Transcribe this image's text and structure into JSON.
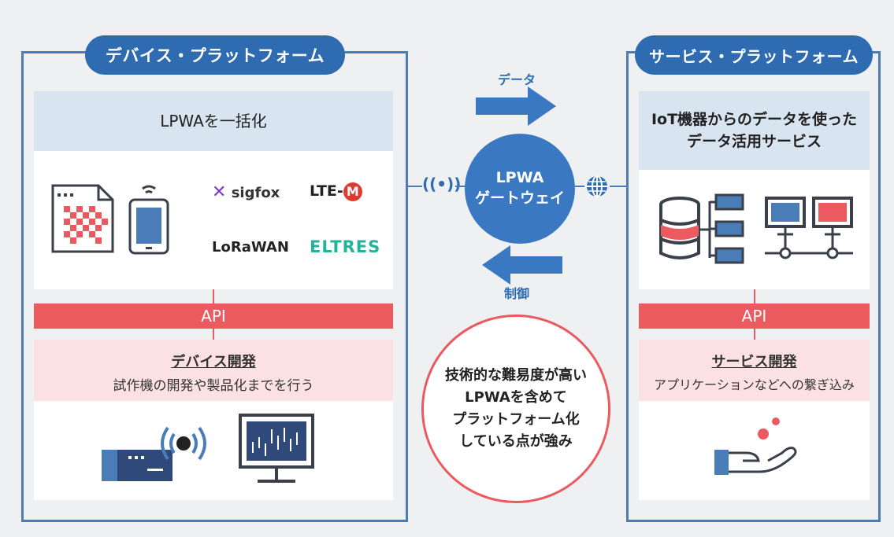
{
  "left": {
    "title": "デバイス・プラットフォーム",
    "feature": "LPWAを一括化",
    "logos": [
      "sigfox",
      "LTE-M",
      "LoRaWAN",
      "ELTRES"
    ],
    "api": "API",
    "dev_title": "デバイス開発",
    "dev_desc": "試作機の開発や製品化までを行う"
  },
  "center": {
    "data_label": "データ",
    "control_label": "制御",
    "gateway_line1": "LPWA",
    "gateway_line2": "ゲートウェイ",
    "strength_lines": [
      "技術的な難易度が高い",
      "LPWAを含めて",
      "プラットフォーム化",
      "している点が強み"
    ]
  },
  "right": {
    "title": "サービス・プラットフォーム",
    "feature_line1": "IoT機器からのデータを使った",
    "feature_line2": "データ活用サービス",
    "api": "API",
    "dev_title": "サービス開発",
    "dev_desc": "アプリケーションなどへの繋ぎ込み"
  },
  "colors": {
    "blue": "#2f6bb0",
    "red": "#ea5a5f",
    "pink": "#fbe1e3",
    "light_blue": "#d9e4f1"
  },
  "icons": [
    "wireless-signal-icon",
    "globe-icon",
    "data-arrow-right-icon",
    "control-arrow-left-icon",
    "qr-document-icon",
    "smartphone-icon",
    "database-server-icon",
    "network-monitors-icon",
    "device-transmitter-icon",
    "chart-monitor-icon",
    "hand-offering-icon"
  ]
}
